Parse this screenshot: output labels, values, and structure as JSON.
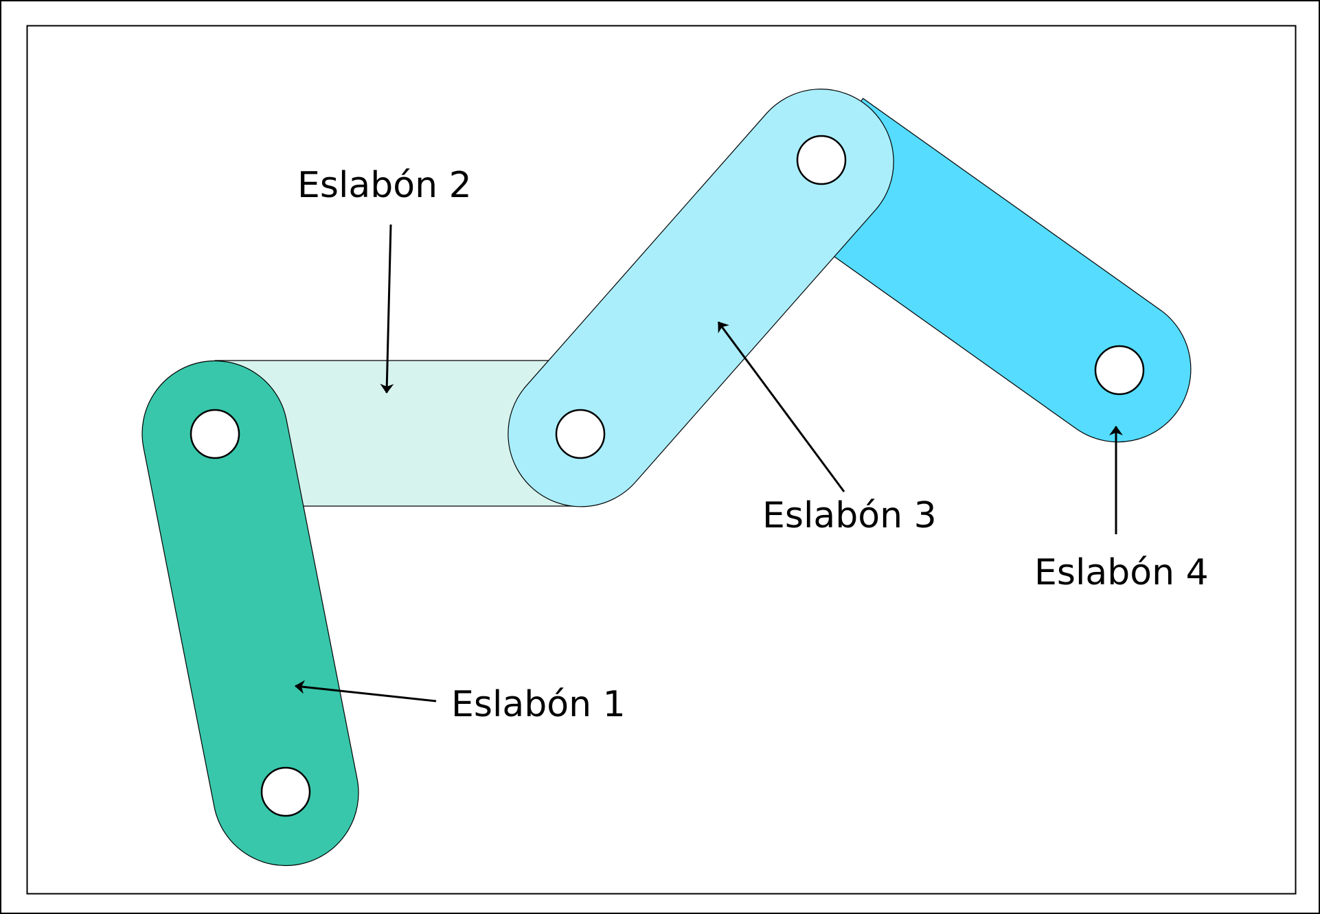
{
  "labels": {
    "link1": "Eslabón 1",
    "link2": "Eslabón 2",
    "link3": "Eslabón 3",
    "link4": "Eslabón 4"
  },
  "colors": {
    "link1": "#38c7aa",
    "link2": "#d7f3ee",
    "link3": "#aaeefc",
    "link4": "#55dcfe",
    "frame": "#000000",
    "background": "#ffffff"
  }
}
